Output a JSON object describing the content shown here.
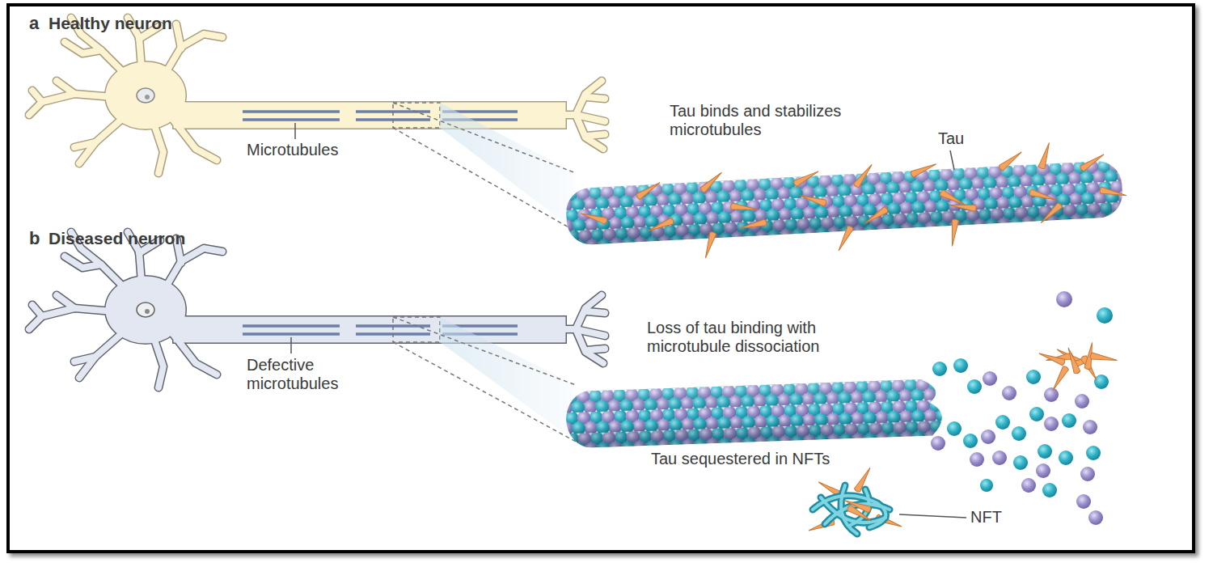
{
  "diagram": {
    "labels": [
      "a",
      "Healthy neuron",
      "Microtubules",
      "Tau binds and stabilizes microtubules",
      "Tau",
      "b",
      "Diseased neuron",
      "Defective microtubules",
      "Loss of tau binding with microtubule dissociation",
      "Tau sequestered in NFTs",
      "NFT"
    ]
  }
}
